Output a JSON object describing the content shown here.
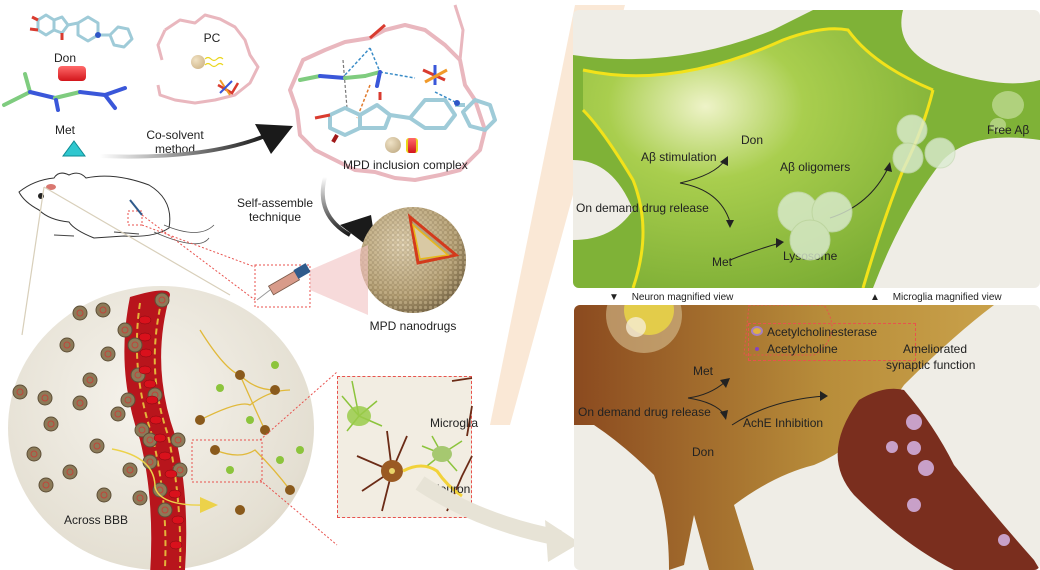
{
  "figure": {
    "synthesis": {
      "don_label": "Don",
      "met_label": "Met",
      "pc_label": "PC",
      "cosolvent_label_line1": "Co-solvent",
      "cosolvent_label_line2": "method",
      "inclusion_complex_label": "MPD inclusion complex",
      "self_assemble_line1": "Self-assemble",
      "self_assemble_line2": "technique",
      "nanodrugs_label": "MPD nanodrugs"
    },
    "brain_circle": {
      "bbb_label": "Across BBB"
    },
    "inset": {
      "microglia_label": "Microglia",
      "neuron_label": "Neuron"
    },
    "microglia_panel": {
      "abeta_stimulation_label": "Aβ stimulation",
      "don_label": "Don",
      "met_label": "Met",
      "release_label": "On demand drug release",
      "oligomers_label": "Aβ oligomers",
      "lysosome_label": "Lysosome",
      "free_abeta_label": "Free Aβ"
    },
    "view_legend": {
      "neuron_marker": "▼",
      "neuron_view_label": "Neuron magnified view",
      "microglia_marker": "▲",
      "microglia_view_label": "Microglia magnified view"
    },
    "neuron_panel": {
      "met_label": "Met",
      "don_label": "Don",
      "release_label": "On demand drug release",
      "ache_inhibition_label": "AchE Inhibition",
      "legend_ache_label": "Acetylcholinesterase",
      "legend_ach_label": "Acetylcholine",
      "synaptic_line1": "Ameliorated",
      "synaptic_line2": "synaptic function"
    },
    "colors": {
      "don_red": "#e8262b",
      "met_cyan": "#2fc7cf",
      "microglia_green": "#8cbf3c",
      "membrane_yellow": "#f2e21a",
      "neuron_brown": "#9a5a23",
      "synapse_darkred": "#7a2e1e",
      "vessel_red": "#b8151c",
      "dashed_red": "#e8524e",
      "lipid_pink": "#e9b7be",
      "nanoparticle_tan": "#8c7a58"
    }
  }
}
